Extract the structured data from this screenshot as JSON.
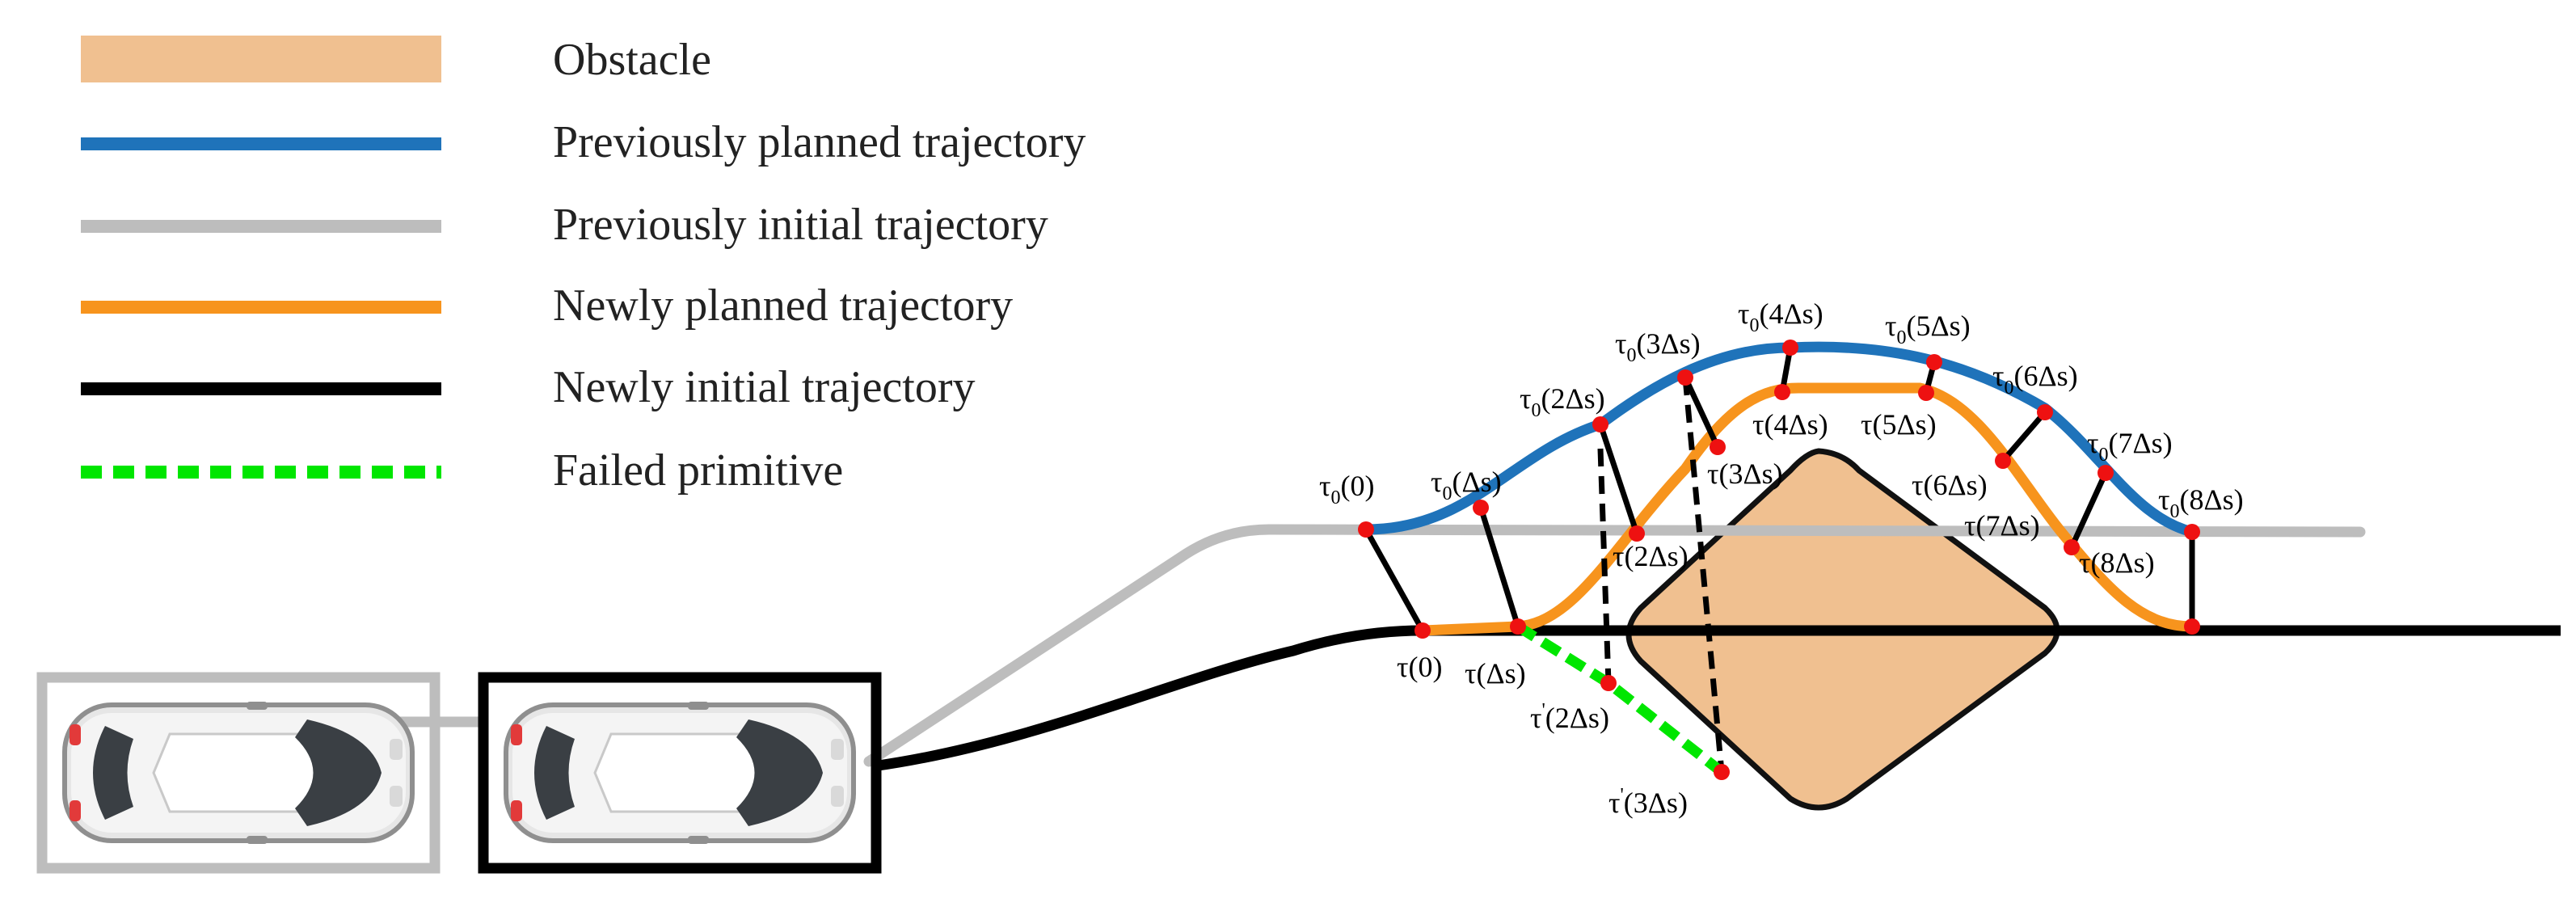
{
  "colors": {
    "obstacle": "#F0C090",
    "previously_planned": "#1F73BA",
    "previously_initial": "#BDBDBD",
    "newly_planned": "#F7941D",
    "newly_initial": "#000000",
    "failed_primitive": "#00E600",
    "waypoint": "#EE1111"
  },
  "legend": [
    {
      "key": "obstacle",
      "label": "Obstacle",
      "marker": "rect"
    },
    {
      "key": "previously_planned",
      "label": "Previously planned trajectory",
      "marker": "line"
    },
    {
      "key": "previously_initial",
      "label": "Previously initial trajectory",
      "marker": "line"
    },
    {
      "key": "newly_planned",
      "label": "Newly planned trajectory",
      "marker": "line"
    },
    {
      "key": "newly_initial",
      "label": "Newly initial trajectory",
      "marker": "line"
    },
    {
      "key": "failed_primitive",
      "label": "Failed primitive",
      "marker": "dashed"
    }
  ],
  "labels": {
    "tau0_0": {
      "base": "τ",
      "sub": "0",
      "arg": "(0)"
    },
    "tau0_1": {
      "base": "τ",
      "sub": "0",
      "arg": "(Δs)"
    },
    "tau0_2": {
      "base": "τ",
      "sub": "0",
      "arg": "(2Δs)"
    },
    "tau0_3": {
      "base": "τ",
      "sub": "0",
      "arg": "(3Δs)"
    },
    "tau0_4": {
      "base": "τ",
      "sub": "0",
      "arg": "(4Δs)"
    },
    "tau0_5": {
      "base": "τ",
      "sub": "0",
      "arg": "(5Δs)"
    },
    "tau0_6": {
      "base": "τ",
      "sub": "0",
      "arg": "(6Δs)"
    },
    "tau0_7": {
      "base": "τ",
      "sub": "0",
      "arg": "(7Δs)"
    },
    "tau0_8": {
      "base": "τ",
      "sub": "0",
      "arg": "(8Δs)"
    },
    "tau_0": {
      "base": "τ",
      "arg": "(0)"
    },
    "tau_1": {
      "base": "τ",
      "arg": "(Δs)"
    },
    "tau_2": {
      "base": "τ",
      "arg": "(2Δs)"
    },
    "tau_3": {
      "base": "τ",
      "arg": "(3Δs)"
    },
    "tau_4": {
      "base": "τ",
      "arg": "(4Δs)"
    },
    "tau_5": {
      "base": "τ",
      "arg": "(5Δs)"
    },
    "tau_6": {
      "base": "τ",
      "arg": "(6Δs)"
    },
    "tau_7": {
      "base": "τ",
      "arg": "(7Δs)"
    },
    "tau_8": {
      "base": "τ",
      "arg": "(8Δs)"
    },
    "taup_2": {
      "base": "τ",
      "prime": "'",
      "arg": "(2Δs)"
    },
    "taup_3": {
      "base": "τ",
      "prime": "'",
      "arg": "(3Δs)"
    }
  }
}
